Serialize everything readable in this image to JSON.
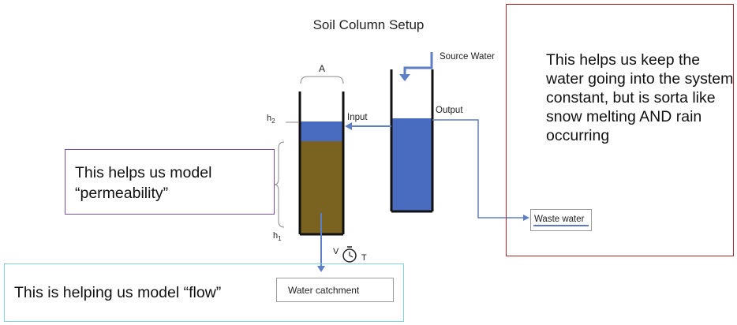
{
  "diagram": {
    "title": "Soil Column Setup",
    "labels": {
      "area": "A",
      "head_upper": "h",
      "head_upper_sub": "2",
      "head_lower": "h",
      "head_lower_sub": "1",
      "input": "Input",
      "output": "Output",
      "source_water": "Source Water",
      "volume": "V",
      "time": "T"
    },
    "boxes": {
      "waste_water": "Waste water",
      "water_catchment": "Water catchment"
    },
    "colors": {
      "water": "#4a6cc0",
      "soil": "#7a6220",
      "arrow": "#5f7fc4",
      "callout_right_border": "#b0262c",
      "callout_left_border": "#7a4ea6",
      "callout_bottom_border": "#7fd3dc"
    }
  },
  "annotations": {
    "source_note": "This helps us keep the water going into the system constant, but is sorta like snow melting AND rain occurring",
    "permeability_note": "This helps us model “permeability”",
    "flow_note": "This is helping us model “flow”"
  }
}
